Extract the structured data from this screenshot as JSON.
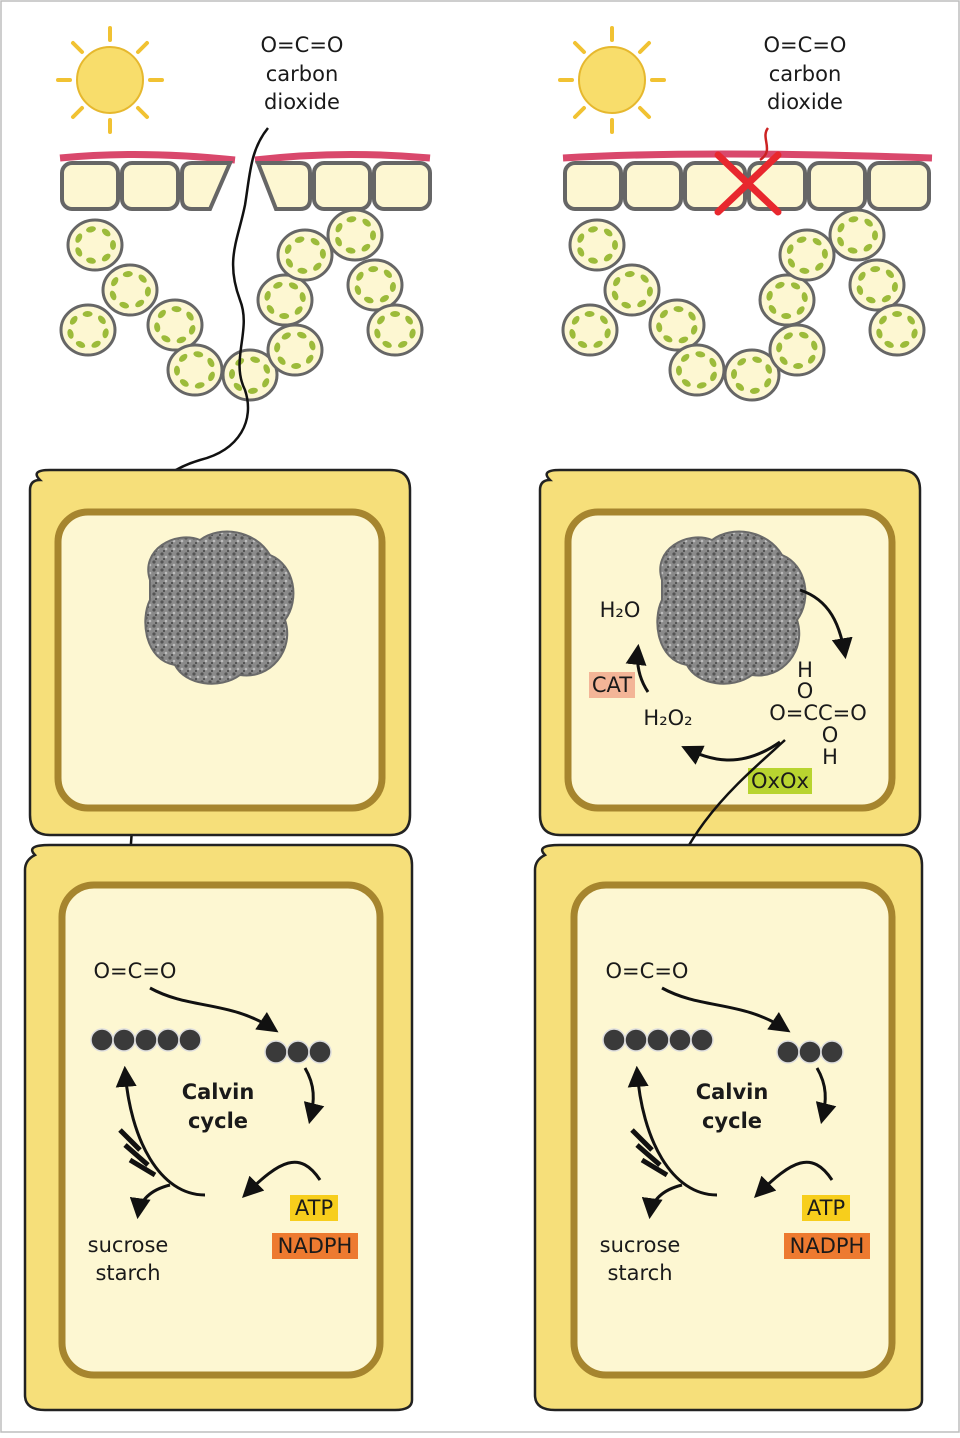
{
  "co2_formula": "O=C=O",
  "co2_label_line1": "carbon",
  "co2_label_line2": "dioxide",
  "calvin_line1": "Calvin",
  "calvin_line2": "cycle",
  "atp_label": "ATP",
  "nadph_label": "NADPH",
  "product_line1": "sucrose",
  "product_line2": "starch",
  "h2o_label": "H₂O",
  "h2o2_label": "H₂O₂",
  "cat_label": "CAT",
  "oxox_label": "OxOx",
  "oxalate_h": "H",
  "oxalate_o": "O",
  "oxalate_core": "O=CC=O",
  "colors": {
    "cell_wall": "#f6df7a",
    "cell_membrane": "#a6852e",
    "cytoplasm": "#fdf7d2",
    "cuticle": "#d9486c",
    "chloroplast": "#9cbb3a",
    "sun": "#f8dd6b",
    "atp_bg": "#f7ce1c",
    "nadph_bg": "#ed7a30",
    "cat_bg": "#f3b597",
    "oxox_bg": "#b8d430",
    "block_cross": "#e8272e"
  }
}
